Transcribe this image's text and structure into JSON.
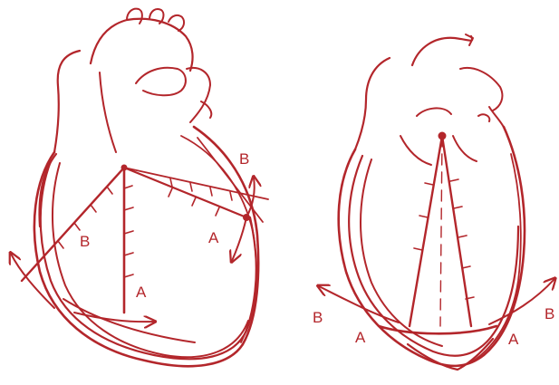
{
  "colors": {
    "ink": "#b3262b"
  },
  "left_heart": {
    "labels": {
      "b_upper": "B",
      "a_right": "A",
      "b_left": "B",
      "a_bottom": "A"
    }
  },
  "right_heart": {
    "labels": {
      "b_left": "B",
      "a_left": "A",
      "a_right": "A",
      "b_right": "B"
    }
  }
}
